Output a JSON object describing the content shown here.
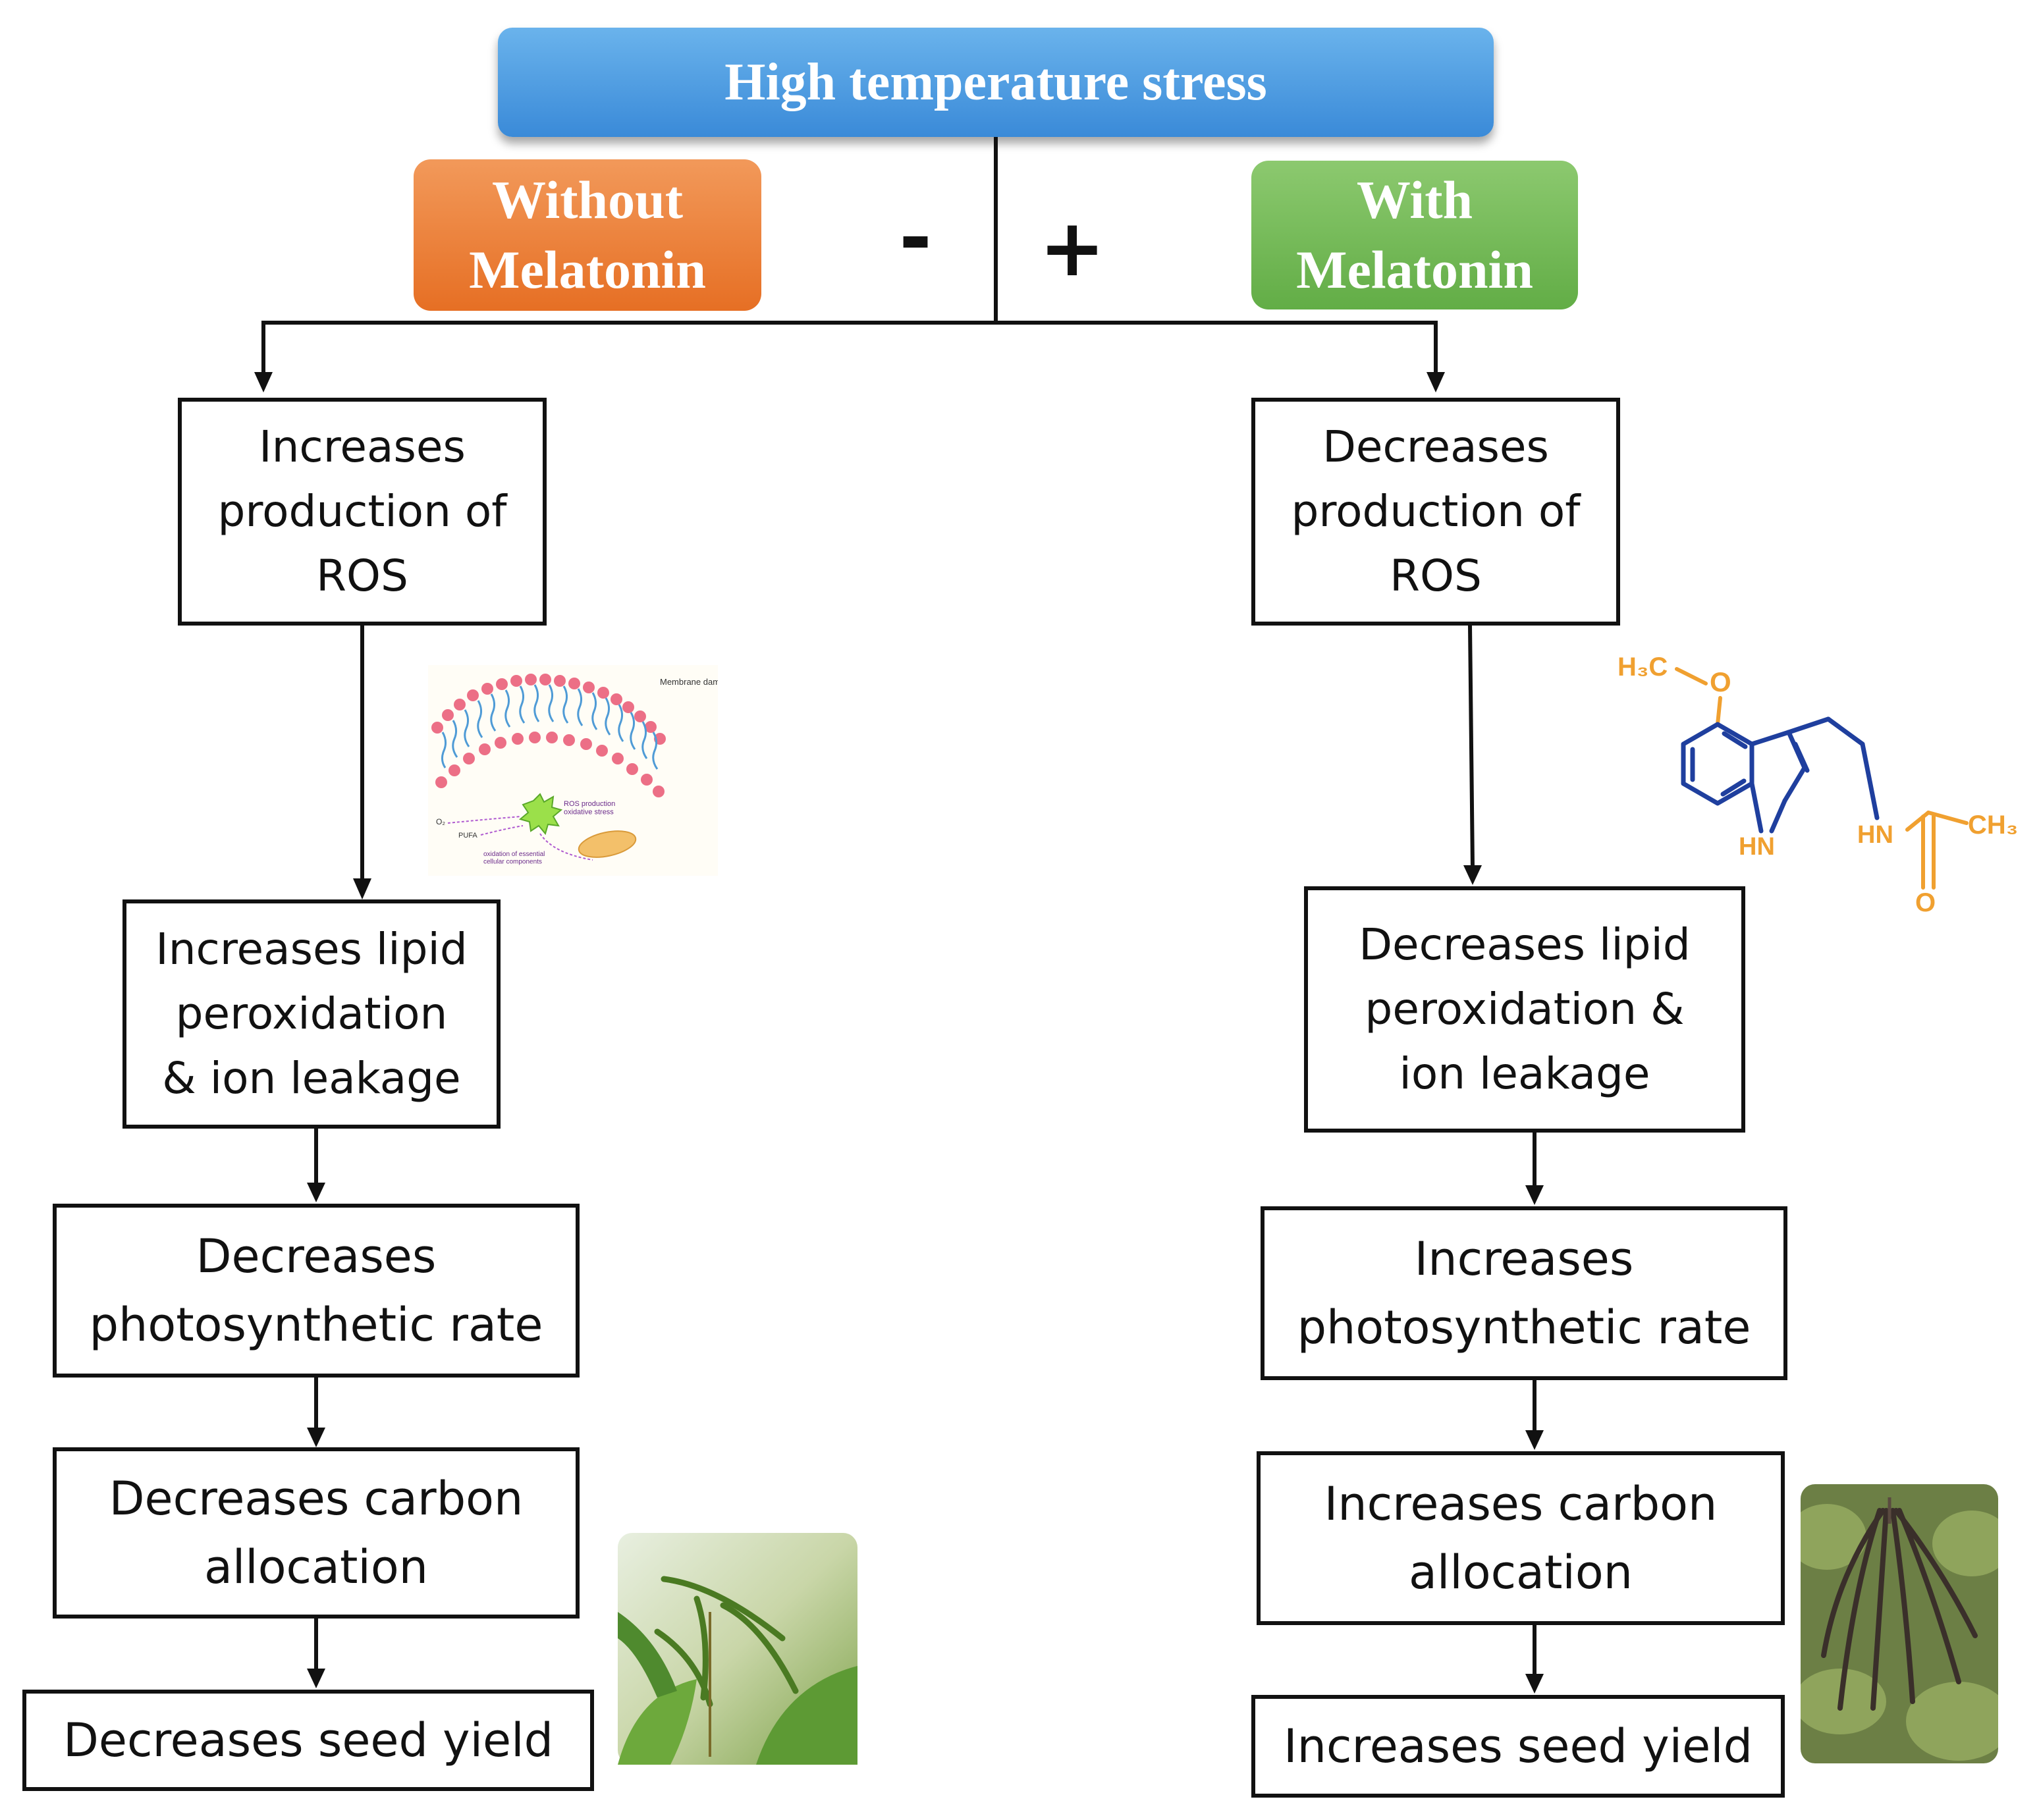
{
  "header": {
    "title": "High temperature stress"
  },
  "branches": {
    "without": {
      "label": "Without\nMelatonin",
      "sign": "-",
      "color": "#ea7a30"
    },
    "with": {
      "label": "With\nMelatonin",
      "sign": "+",
      "color": "#72b756"
    }
  },
  "left_steps": [
    "Increases\nproduction of\nROS",
    "Increases lipid\nperoxidation\n& ion leakage",
    "Decreases\nphotosynthetic rate",
    "Decreases carbon\nallocation",
    "Decreases seed yield"
  ],
  "right_steps": [
    "Decreases\nproduction of\nROS",
    "Decreases  lipid\nperoxidation &\nion leakage",
    "Increases\nphotosynthetic rate",
    "Increases carbon\nallocation",
    "Increases seed yield"
  ],
  "membrane_figure": {
    "title": "Membrane damage",
    "ros_label": "ROS production\noxidative stress",
    "o2_label": "O₂",
    "pufa_label": "PUFA",
    "oxidation_label": "oxidation of essential\ncellular components"
  },
  "melatonin_structure": {
    "h3c": "H₃C",
    "o_ether": "O",
    "nh_ring": "HN",
    "nh_amide": "HN",
    "ch3": "CH₃",
    "o_carbonyl": "O",
    "skeleton_color": "#1f3f9e",
    "group_color": "#f0a030"
  }
}
